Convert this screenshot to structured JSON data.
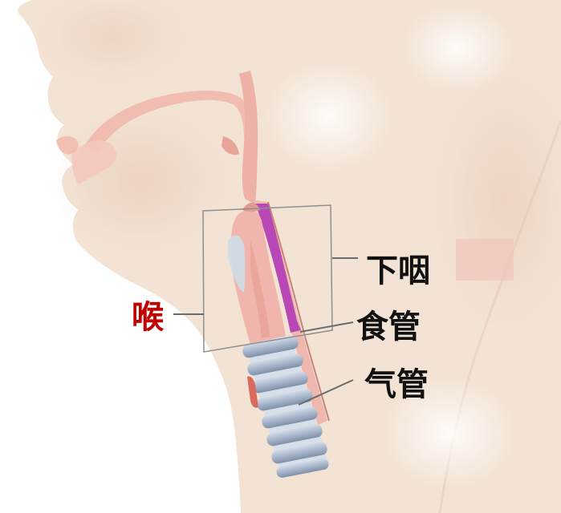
{
  "labels": {
    "hypopharynx": "下咽",
    "esophagus": "食管",
    "trachea": "气管",
    "larynx": "喉"
  },
  "colors": {
    "skin": "#f3e3d4",
    "skin_shadow": "#ead2c0",
    "background": "#ffffff",
    "airway_pink": "#eeb1a8",
    "hypopharynx_highlight": "#b748b5",
    "trachea_ring": "#aebcd0",
    "trachea_ring_dark": "#7f90a8",
    "larynx_label": "#c00000",
    "label_text": "#111111",
    "leader_line": "#6b6b6b",
    "box_outline": "#8f8f8f"
  },
  "icons": {
    "diagram": "neck-cross-section-illustration"
  }
}
